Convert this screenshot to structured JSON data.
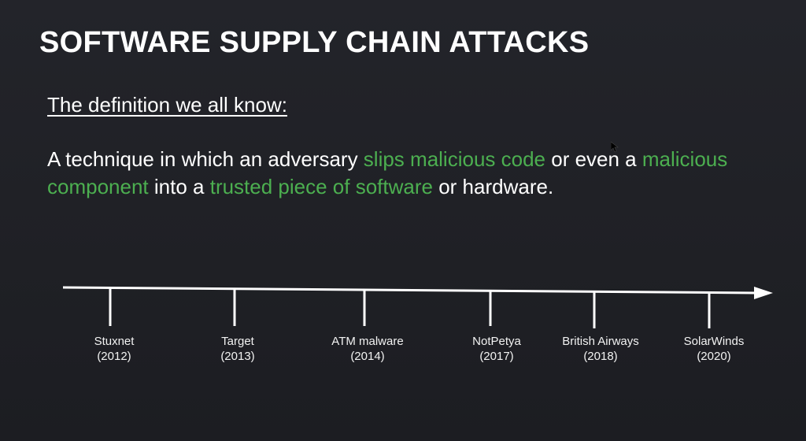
{
  "slide": {
    "title": "SOFTWARE SUPPLY CHAIN ATTACKS",
    "subtitle": "The definition we all know:",
    "definition": {
      "part1": "A technique in which an adversary ",
      "highlight1": "slips malicious code",
      "part2": " or even a ",
      "highlight2": "malicious component",
      "part3": " into a ",
      "highlight3": "trusted piece of software",
      "part4": " or hardware."
    },
    "highlight_color": "#4caf50"
  },
  "timeline": {
    "events": [
      {
        "name": "Stuxnet",
        "year": "(2012)"
      },
      {
        "name": "Target",
        "year": "(2013)"
      },
      {
        "name": "ATM malware",
        "year": "(2014)"
      },
      {
        "name": "NotPetya",
        "year": "(2017)"
      },
      {
        "name": "British Airways",
        "year": "(2018)"
      },
      {
        "name": "SolarWinds",
        "year": "(2020)"
      }
    ]
  }
}
